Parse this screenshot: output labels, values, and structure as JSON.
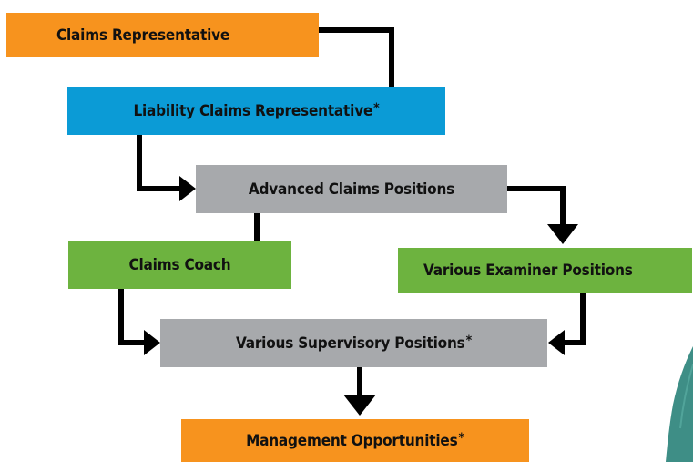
{
  "diagram": {
    "boxes": {
      "claims_representative": {
        "label": "Claims Representative",
        "asterisk": "",
        "color": "#F7931E"
      },
      "liability_claims_representative": {
        "label": "Liability Claims Representative",
        "asterisk": "*",
        "color": "#0B9BD6"
      },
      "advanced_claims_positions": {
        "label": "Advanced Claims Positions",
        "asterisk": "",
        "color": "#A7A9AC"
      },
      "claims_coach": {
        "label": "Claims Coach",
        "asterisk": "",
        "color": "#6DB33F"
      },
      "various_examiner_positions": {
        "label": "Various Examiner Positions",
        "asterisk": "",
        "color": "#6DB33F"
      },
      "various_supervisory_positions": {
        "label": "Various Supervisory Positions",
        "asterisk": "*",
        "color": "#A7A9AC"
      },
      "management_opportunities": {
        "label": "Management Opportunities",
        "asterisk": "*",
        "color": "#F7931E"
      }
    },
    "connector_color": "#000000",
    "photo_color": "#3E8E86"
  }
}
